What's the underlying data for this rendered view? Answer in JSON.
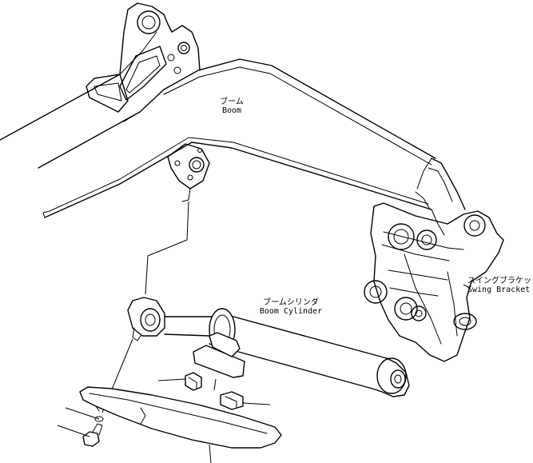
{
  "labels": {
    "boom": {
      "jp": "ブーム",
      "en": "Boom"
    },
    "boom_cylinder": {
      "jp": "ブームシリンダ",
      "en": "Boom Cylinder"
    },
    "swing_bracket": {
      "jp": "スイングブラケット",
      "en": "Swing Bracket"
    }
  }
}
